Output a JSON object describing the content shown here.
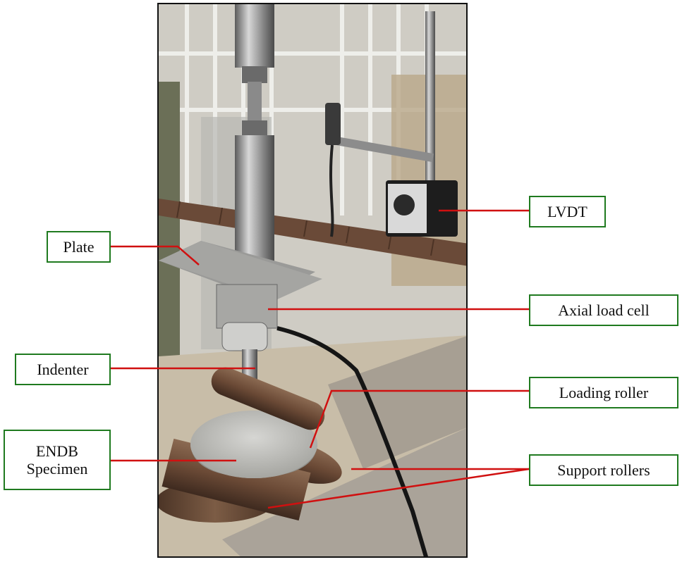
{
  "labels": {
    "plate": "Plate",
    "indenter": "Indenter",
    "endb_specimen": "ENDB\nSpecimen",
    "lvdt": "LVDT",
    "axial_load_cell": "Axial load cell",
    "loading_roller": "Loading roller",
    "support_rollers": "Support rollers"
  },
  "colors": {
    "label_border": "#1f7a1f",
    "leader_line": "#d01010",
    "photo_border": "#111111"
  }
}
